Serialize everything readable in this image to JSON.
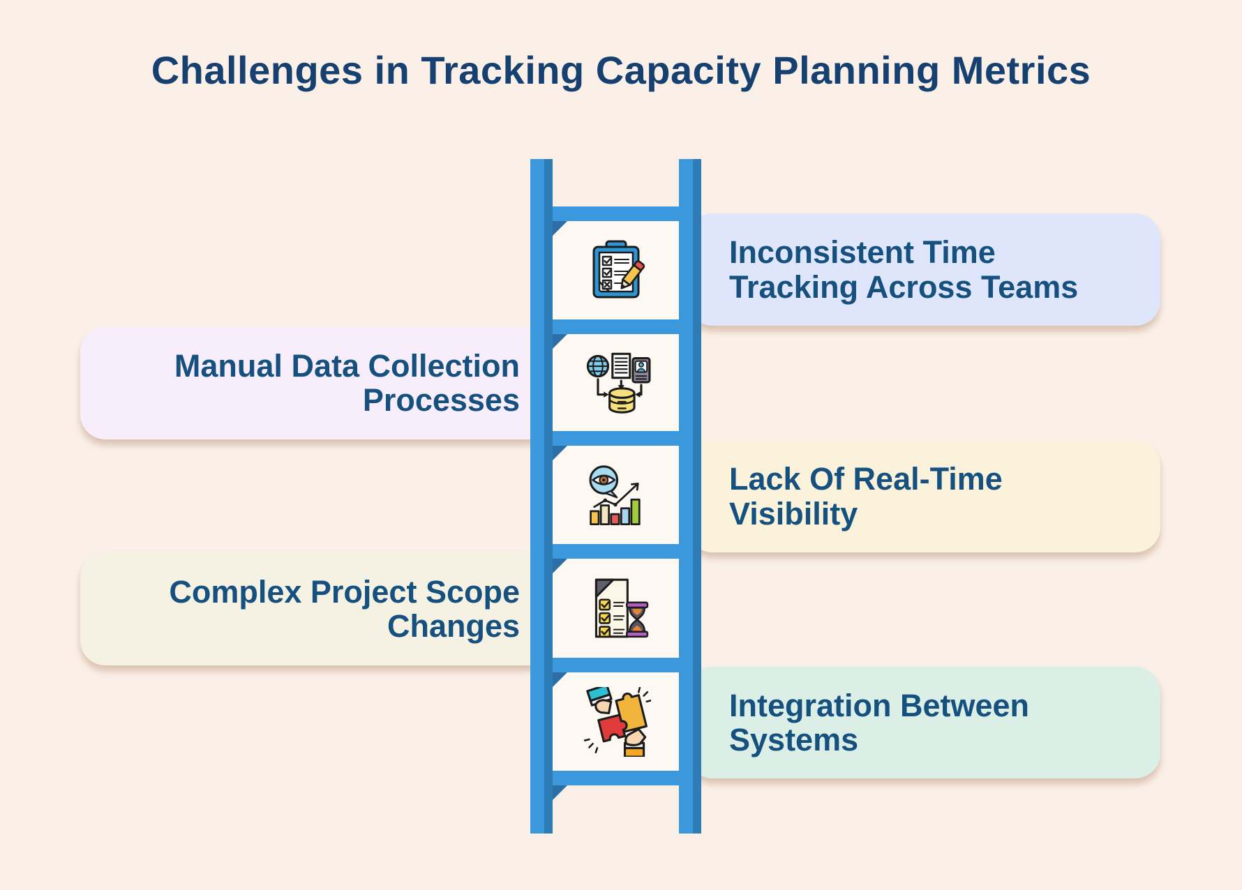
{
  "title": "Challenges in Tracking Capacity Planning Metrics",
  "theme": {
    "page_bg": "#FBF0E8",
    "plate_bg": "#FEF8F2",
    "ladder_blue": "#3B98DC",
    "ladder_blue_dark": "#2E7CB6",
    "rung_shadow": "#2B6FA6",
    "title_color": "#15406F",
    "label_color": "#15507E"
  },
  "challenges": [
    {
      "label": "Inconsistent Time Tracking Across Teams",
      "side": "right",
      "icon": "clipboard-checklist-icon",
      "card_bg": "#DFE5FB"
    },
    {
      "label": "Manual Data Collection Processes",
      "side": "left",
      "icon": "data-collection-icon",
      "card_bg": "#F8EEFB"
    },
    {
      "label": "Lack Of Real-Time Visibility",
      "side": "right",
      "icon": "realtime-visibility-icon",
      "card_bg": "#FBF2DC"
    },
    {
      "label": "Complex Project Scope Changes",
      "side": "left",
      "icon": "scope-change-icon",
      "card_bg": "#F6F2E3"
    },
    {
      "label": "Integration Between Systems",
      "side": "right",
      "icon": "systems-integration-icon",
      "card_bg": "#DBEFE6"
    }
  ]
}
